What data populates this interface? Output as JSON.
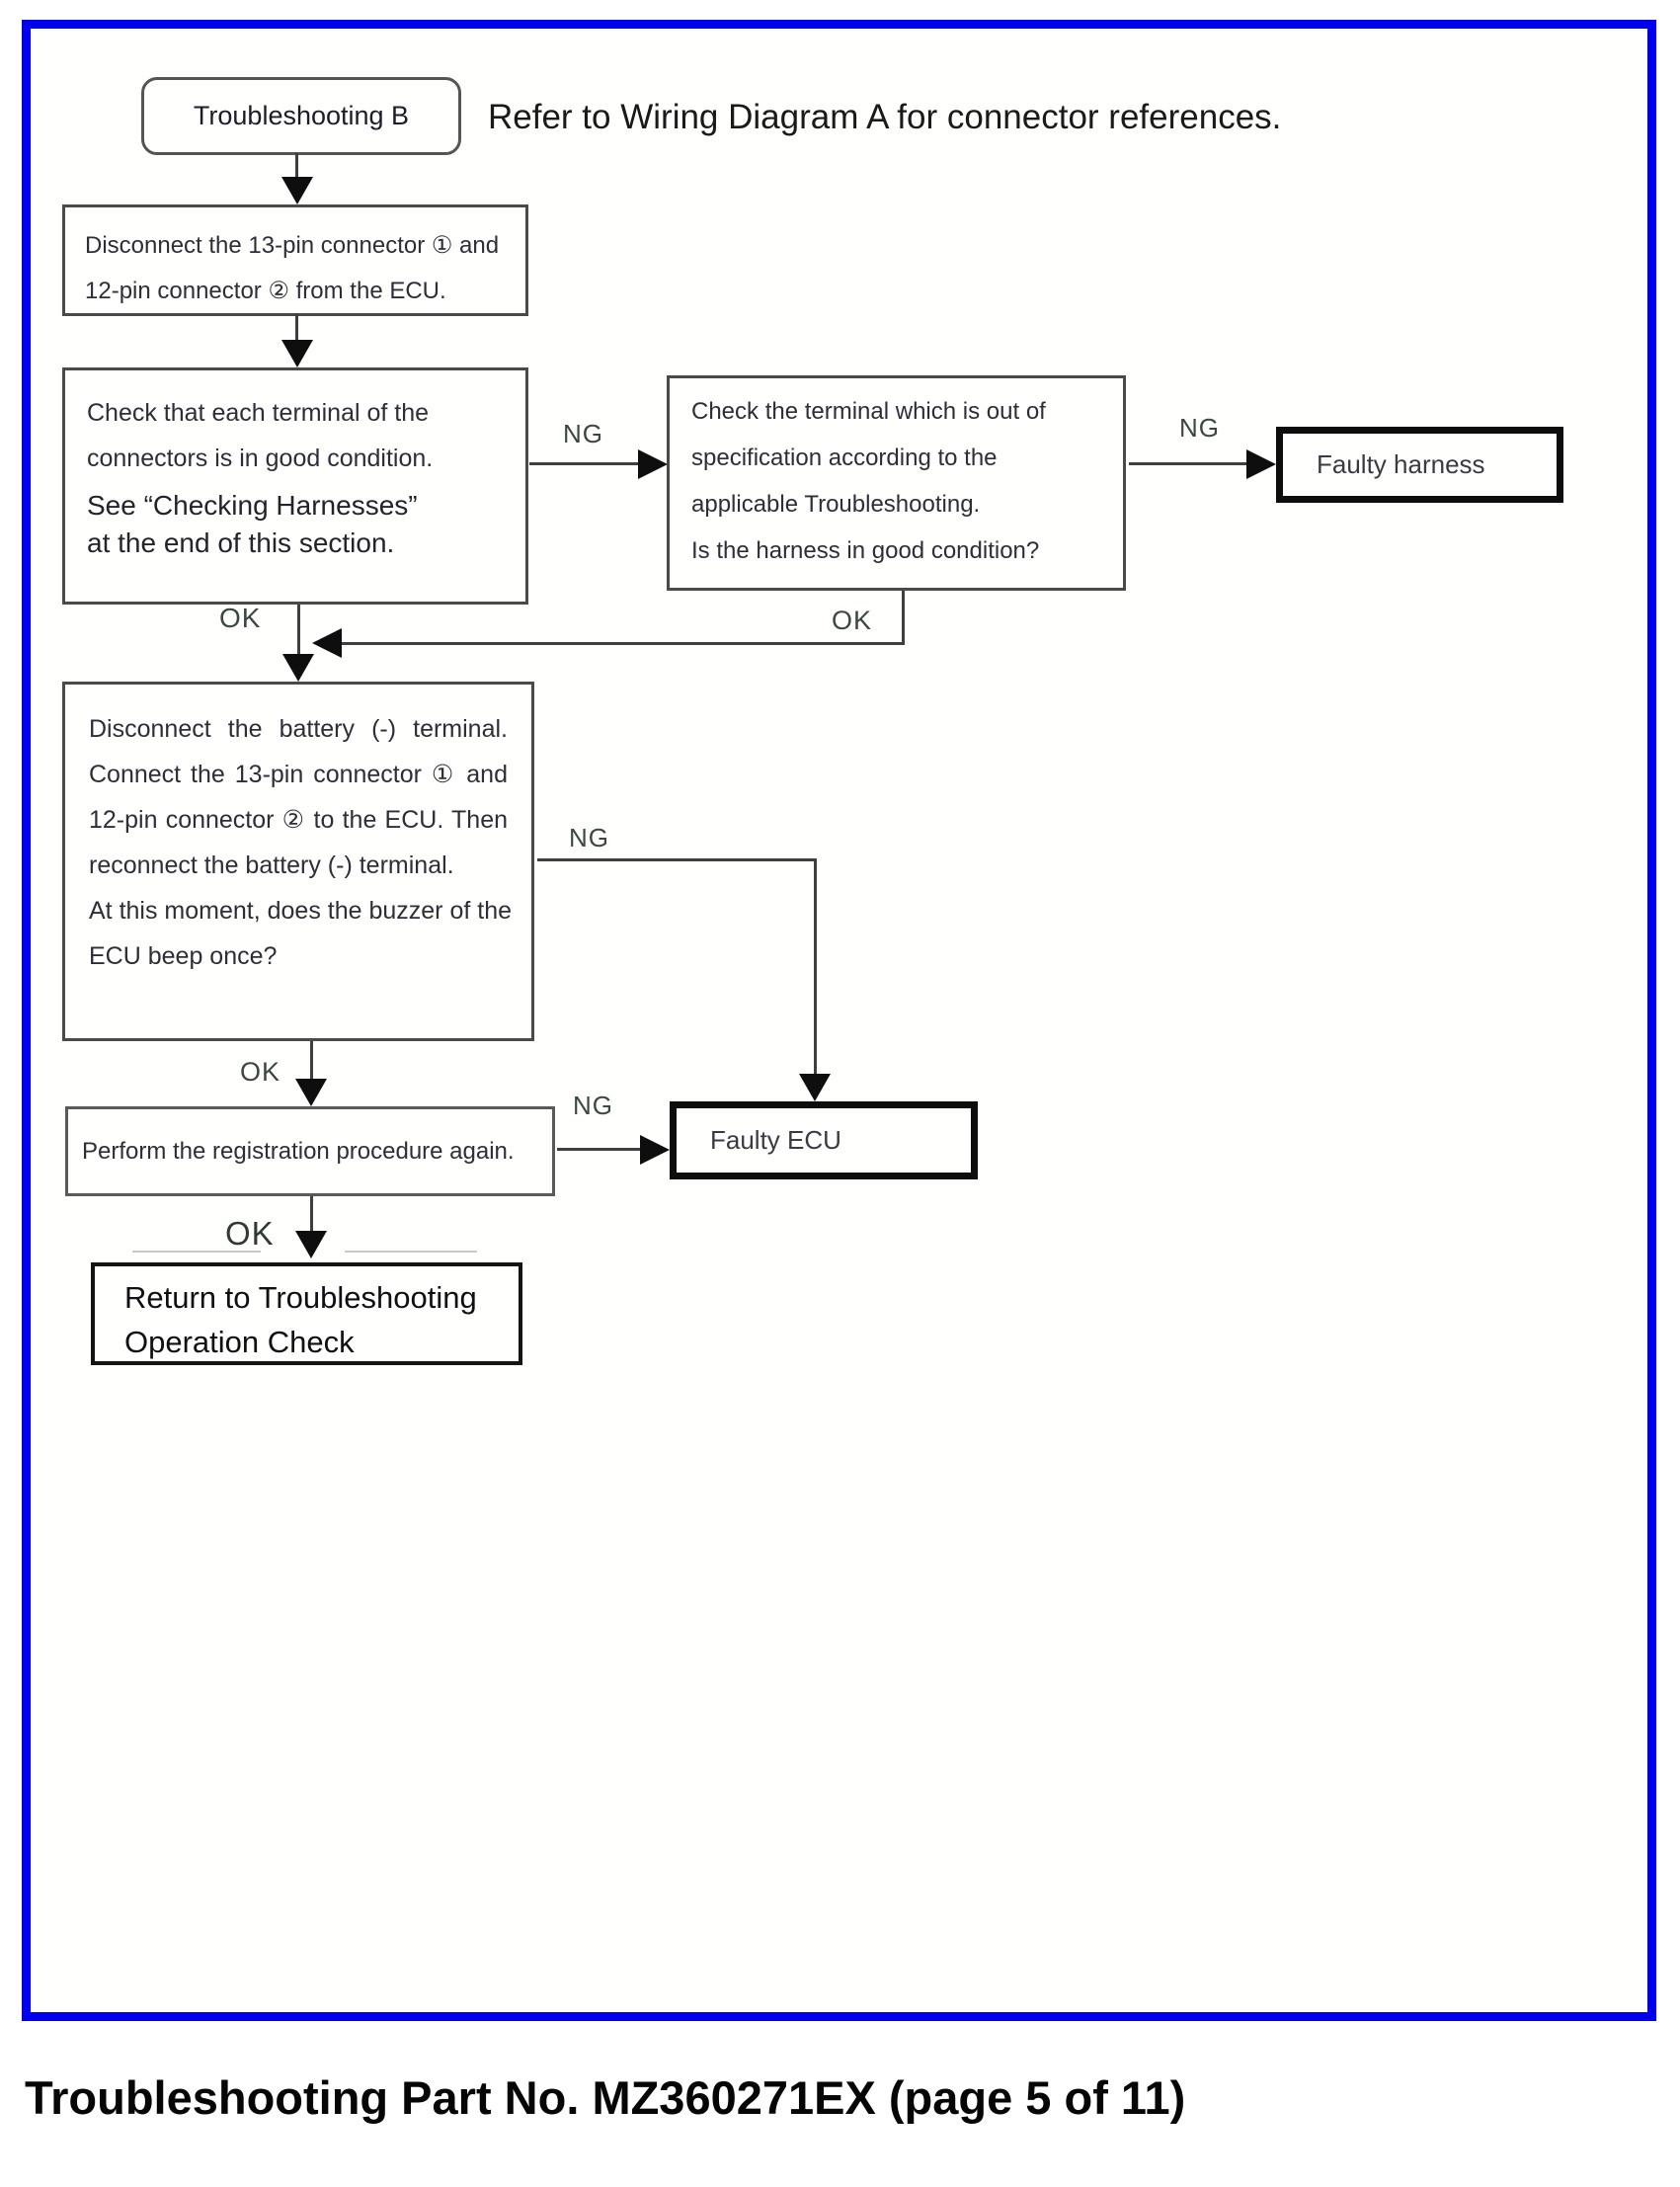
{
  "colors": {
    "frame_blue": "#0000ee",
    "line_gray": "#3f3f3f",
    "thick_box_border": "#0d0d0d"
  },
  "labels": {
    "ok": "OK",
    "ng": "NG"
  },
  "flow": {
    "start": "Troubleshooting B",
    "note": "Refer to Wiring Diagram A for connector references.",
    "box_disconnect": {
      "lines": [
        "Disconnect the 13-pin connector ① and",
        "12-pin connector ② from the ECU."
      ]
    },
    "box_check_terminals": {
      "lines_small": [
        "Check that each terminal of the",
        "connectors is in good condition."
      ],
      "lines_large": [
        "See “Checking Harnesses”",
        "at the end of this section."
      ]
    },
    "box_check_spec": {
      "lines": [
        "Check the terminal which is out of",
        "specification according to the",
        "applicable Troubleshooting.",
        "Is the harness in good condition?"
      ]
    },
    "box_faulty_harness": "Faulty harness",
    "box_reconnect": {
      "lines": [
        "Disconnect the battery (-) terminal.",
        "Connect the 13-pin connector ① and",
        "12-pin connector ② to the ECU. Then",
        "reconnect the battery (-) terminal.",
        "At this moment, does the buzzer of the",
        "ECU beep once?"
      ]
    },
    "box_register": "Perform the registration procedure again.",
    "box_faulty_ecu": "Faulty ECU",
    "box_return": {
      "lines": [
        "Return to Troubleshooting",
        "Operation Check"
      ]
    }
  },
  "caption": "Troubleshooting Part No. MZ360271EX (page 5 of 11)"
}
